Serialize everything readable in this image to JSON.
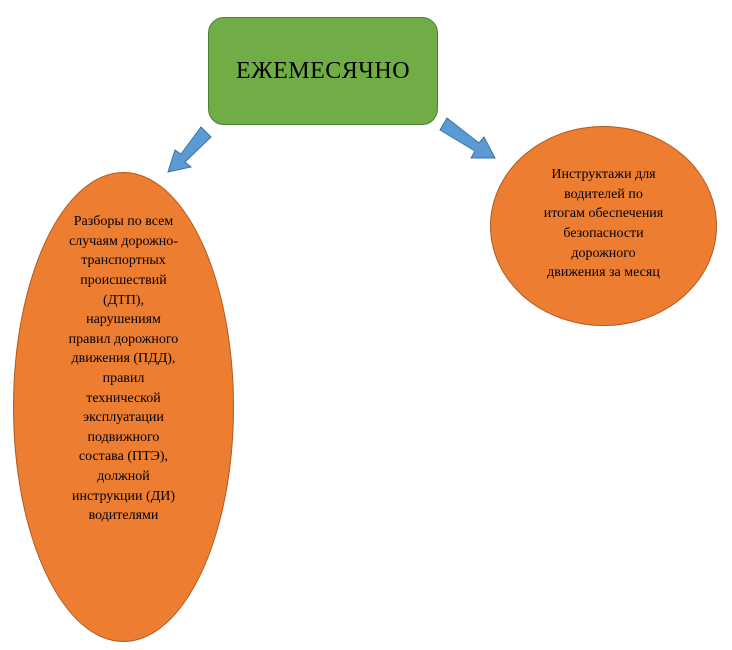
{
  "diagram": {
    "top_node": {
      "label": "ЕЖЕМЕСЯЧНО",
      "fill": "#70ad47",
      "border": "#507e32"
    },
    "left_node": {
      "text": "Разборы по всем\nслучаям дорожно-\nтранспортных\nпроисшествий\n(ДТП),\nнарушениям\nправил дорожного\nдвижения (ПДД),\nправил\nтехнической\nэксплуатации\nподвижного\nсостава (ПТЭ),\nдолжной\nинструкции (ДИ)\nводителями",
      "fill": "#ed7d31",
      "border": "#ae5a21"
    },
    "right_node": {
      "text": "Инструктажи для\nводителей по\nитогам обеспечения\nбезопасности\nдорожного\nдвижения за месяц",
      "fill": "#ed7d31",
      "border": "#ae5a21"
    },
    "arrow_color": "#5b9bd5",
    "arrow_border": "#41719c"
  }
}
